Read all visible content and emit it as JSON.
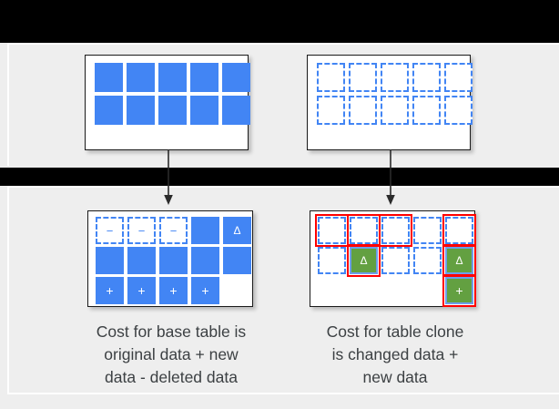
{
  "slide": {
    "background_color": "#eeeeee",
    "letterbox_color": "#000000",
    "accent_blue": "#4285f4",
    "accent_green": "#63a041",
    "accent_red": "#ff0000",
    "text_color": "#3c4043"
  },
  "tables": {
    "top_left": {
      "name": "base-table-original",
      "rows": [
        [
          "filled",
          "filled",
          "filled",
          "filled",
          "filled"
        ],
        [
          "filled",
          "filled",
          "filled",
          "filled",
          "filled"
        ]
      ],
      "glyphs": [
        [
          "",
          "",
          "",
          "",
          ""
        ],
        [
          "",
          "",
          "",
          "",
          ""
        ]
      ]
    },
    "top_right": {
      "name": "table-clone-empty",
      "rows": [
        [
          "dashed",
          "dashed",
          "dashed",
          "dashed",
          "dashed"
        ],
        [
          "dashed",
          "dashed",
          "dashed",
          "dashed",
          "dashed"
        ]
      ],
      "glyphs": [
        [
          "",
          "",
          "",
          "",
          ""
        ],
        [
          "",
          "",
          "",
          "",
          ""
        ]
      ]
    },
    "bottom_left": {
      "name": "base-table-after-changes",
      "rows": [
        [
          "dashed",
          "dashed",
          "dashed",
          "filled",
          "filled"
        ],
        [
          "filled",
          "filled",
          "filled",
          "filled",
          "filled"
        ],
        [
          "filled",
          "filled",
          "filled",
          "filled",
          "empty"
        ]
      ],
      "glyphs": [
        [
          "−",
          "−",
          "−",
          "",
          "Δ"
        ],
        [
          "",
          "",
          "",
          "",
          ""
        ],
        [
          "+",
          "+",
          "+",
          "+",
          ""
        ]
      ],
      "outlined": [
        [
          false,
          false,
          false,
          false,
          false
        ],
        [
          false,
          false,
          false,
          false,
          false
        ],
        [
          false,
          false,
          false,
          false,
          false
        ]
      ]
    },
    "bottom_right": {
      "name": "table-clone-after-changes",
      "rows": [
        [
          "dashed",
          "dashed",
          "dashed",
          "dashed",
          "dashed"
        ],
        [
          "dashed",
          "green",
          "dashed",
          "dashed",
          "green"
        ],
        [
          "empty",
          "empty",
          "empty",
          "empty",
          "green"
        ]
      ],
      "glyphs": [
        [
          "",
          "",
          "",
          "",
          ""
        ],
        [
          "",
          "Δ",
          "",
          "",
          "Δ"
        ],
        [
          "",
          "",
          "",
          "",
          "+"
        ]
      ],
      "outlined": [
        [
          true,
          true,
          true,
          false,
          true
        ],
        [
          false,
          true,
          false,
          false,
          true
        ],
        [
          false,
          false,
          false,
          false,
          true
        ]
      ]
    }
  },
  "captions": {
    "left": "Cost for base table is original data + new data - deleted data",
    "right": "Cost for table clone is changed data + new data",
    "left_lines": [
      "Cost for base table is",
      "original data + new",
      "data - deleted data"
    ],
    "right_lines": [
      "Cost for table clone",
      "is changed data +",
      "new data"
    ]
  },
  "arrows": [
    {
      "name": "arrow-base-to-base",
      "from": "top_left",
      "to": "bottom_left"
    },
    {
      "name": "arrow-clone-to-clone",
      "from": "top_right",
      "to": "bottom_right"
    }
  ],
  "legend": {
    "minus_symbol": "−",
    "plus_symbol": "+",
    "delta_symbol": "Δ"
  }
}
